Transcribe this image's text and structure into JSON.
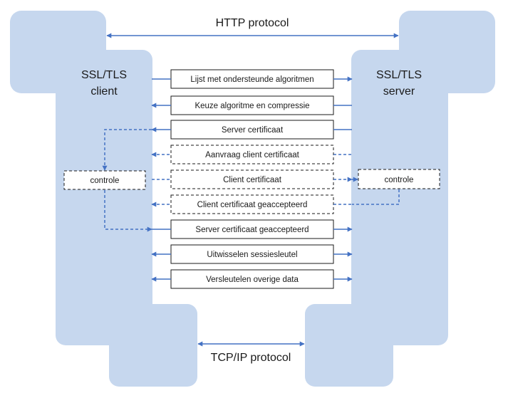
{
  "http_label": "HTTP protocol",
  "tcp_label": "TCP/IP protocol",
  "client": {
    "line1": "SSL/TLS",
    "line2": "client"
  },
  "server": {
    "line1": "SSL/TLS",
    "line2": "server"
  },
  "messages": [
    {
      "label": "Lijst met ondersteunde algoritmen",
      "direction": "to-server",
      "style": "solid"
    },
    {
      "label": "Keuze algoritme en compressie",
      "direction": "to-client",
      "style": "solid"
    },
    {
      "label": "Server certificaat",
      "direction": "to-client",
      "style": "solid"
    },
    {
      "label": "Aanvraag client certificaat",
      "direction": "to-client",
      "style": "dashed"
    },
    {
      "label": "Client certificaat",
      "direction": "to-server",
      "style": "dashed"
    },
    {
      "label": "Client certificaat geaccepteerd",
      "direction": "to-client",
      "style": "dashed"
    },
    {
      "label": "Server certificaat geaccepteerd",
      "direction": "to-server",
      "style": "solid"
    },
    {
      "label": "Uitwisselen sessiesleutel",
      "direction": "both",
      "style": "solid"
    },
    {
      "label": "Versleutelen overige data",
      "direction": "both",
      "style": "solid"
    }
  ],
  "client_check": "controle",
  "server_check": "controle",
  "colors": {
    "shape_fill": "#c6d7ee",
    "arrow": "#4472c4",
    "text": "#1a1a1a"
  }
}
